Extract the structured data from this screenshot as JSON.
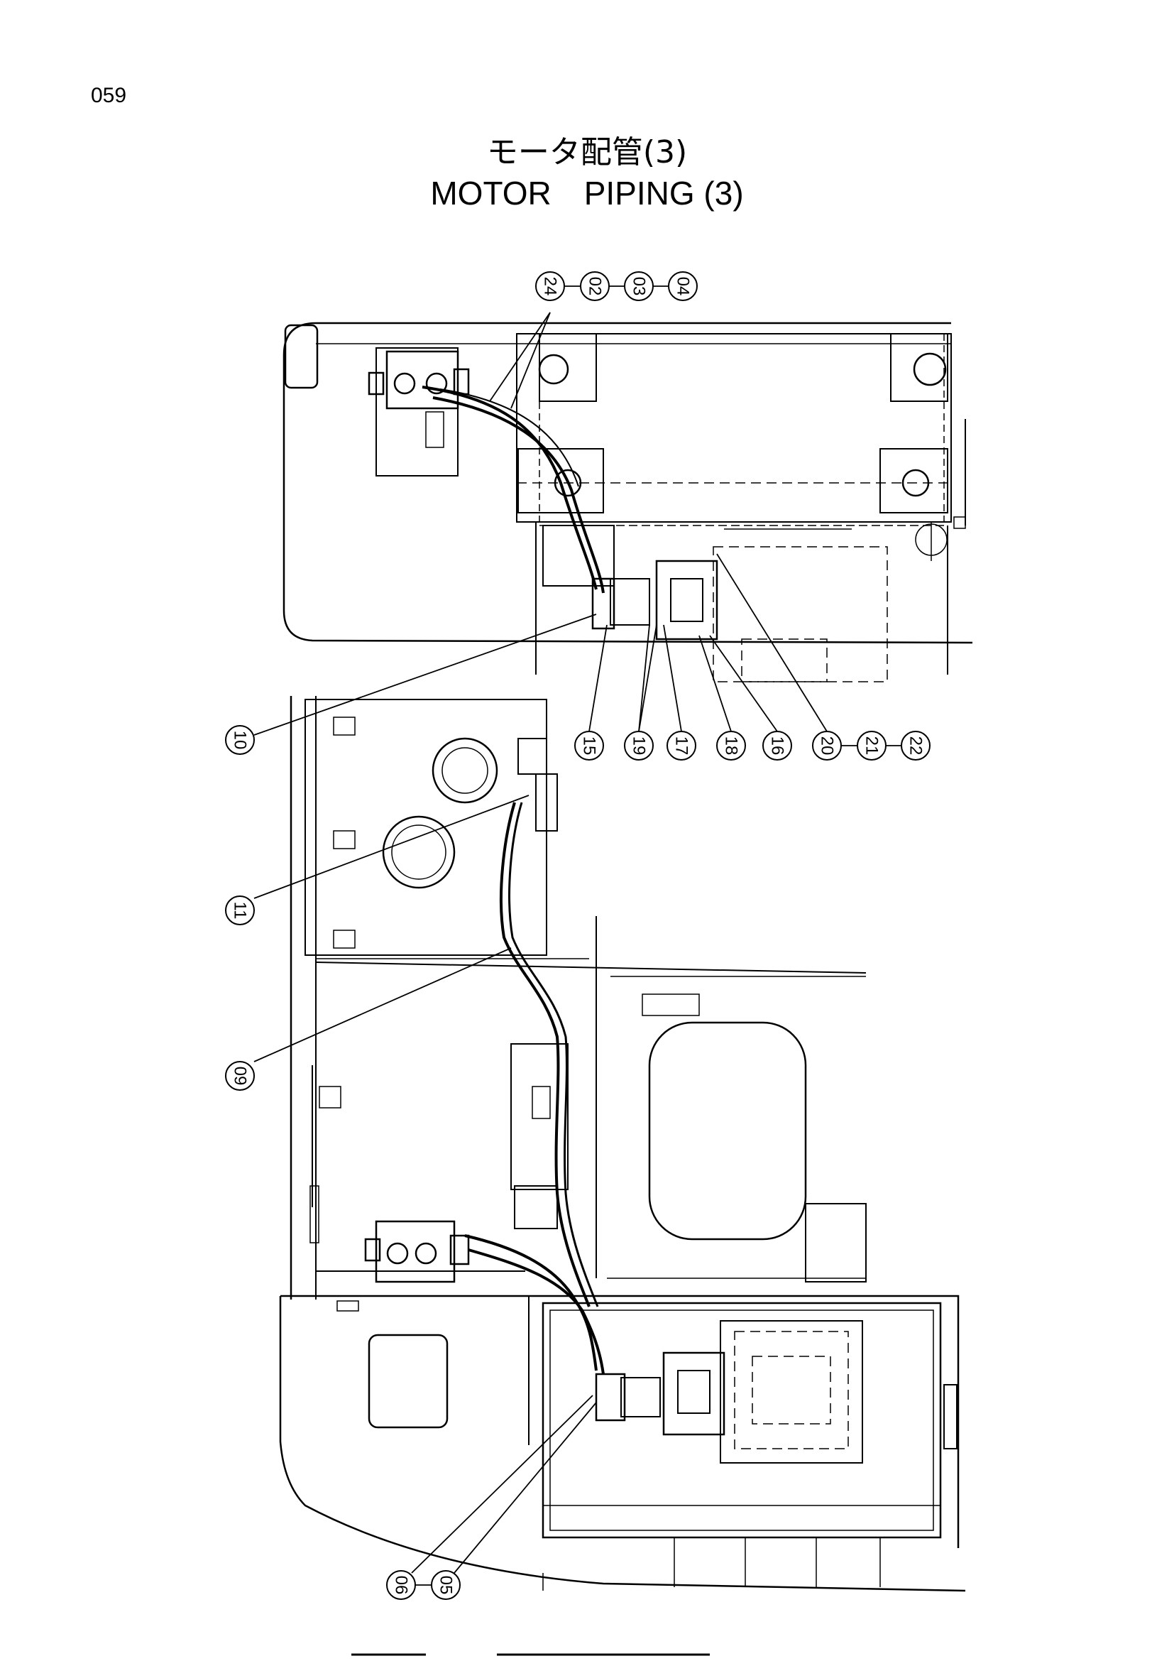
{
  "page_number": "059",
  "title_jp": "モータ配管(3)",
  "title_en": "MOTOR　PIPING (3)",
  "callouts": [
    {
      "id": "24",
      "name": "callout-24"
    },
    {
      "id": "02",
      "name": "callout-02"
    },
    {
      "id": "03",
      "name": "callout-03"
    },
    {
      "id": "04",
      "name": "callout-04"
    },
    {
      "id": "10",
      "name": "callout-10"
    },
    {
      "id": "15",
      "name": "callout-15"
    },
    {
      "id": "19",
      "name": "callout-19"
    },
    {
      "id": "17",
      "name": "callout-17"
    },
    {
      "id": "18",
      "name": "callout-18"
    },
    {
      "id": "16",
      "name": "callout-16"
    },
    {
      "id": "20",
      "name": "callout-20"
    },
    {
      "id": "21",
      "name": "callout-21"
    },
    {
      "id": "22",
      "name": "callout-22"
    },
    {
      "id": "11",
      "name": "callout-11"
    },
    {
      "id": "09",
      "name": "callout-09"
    },
    {
      "id": "06",
      "name": "callout-06"
    },
    {
      "id": "05",
      "name": "callout-05"
    }
  ],
  "colors": {
    "line": "#000000",
    "paper": "#ffffff"
  }
}
